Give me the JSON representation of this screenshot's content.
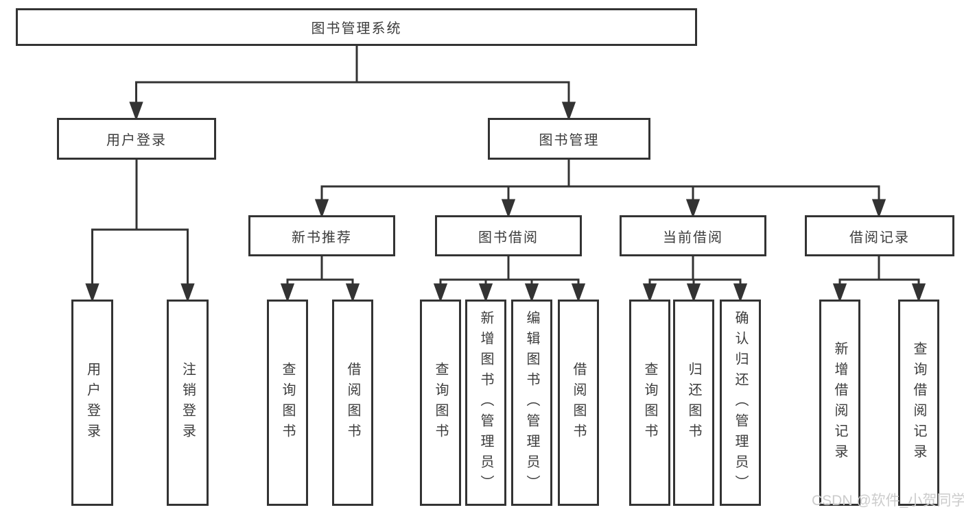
{
  "diagram_title": "图书管理系统",
  "nodes": {
    "root": {
      "label": "图书管理系统"
    },
    "user_login_group": {
      "label": "用户登录"
    },
    "book_mgmt": {
      "label": "图书管理"
    },
    "new_book_rec": {
      "label": "新书推荐"
    },
    "book_borrow": {
      "label": "图书借阅"
    },
    "current_borrow": {
      "label": "当前借阅"
    },
    "borrow_records": {
      "label": "借阅记录"
    },
    "ul_user_login": {
      "label": "用户登录"
    },
    "ul_logout": {
      "label": "注销登录"
    },
    "nbr_query_books": {
      "label": "查询图书"
    },
    "nbr_borrow_books": {
      "label": "借阅图书"
    },
    "bb_query_books": {
      "label": "查询图书"
    },
    "bb_add_books": {
      "label": "新增图书（管理员）"
    },
    "bb_edit_books": {
      "label": "编辑图书（管理员）"
    },
    "bb_borrow_books": {
      "label": "借阅图书"
    },
    "cb_query_books": {
      "label": "查询图书"
    },
    "cb_return_books": {
      "label": "归还图书"
    },
    "cb_confirm_return": {
      "label": "确认归还（管理员）"
    },
    "br_add_record": {
      "label": "新增借阅记录"
    },
    "br_query_record": {
      "label": "查询借阅记录"
    }
  },
  "hierarchy": {
    "图书管理系统": [
      "用户登录",
      "图书管理"
    ],
    "用户登录": [
      "用户登录",
      "注销登录"
    ],
    "图书管理": [
      "新书推荐",
      "图书借阅",
      "当前借阅",
      "借阅记录"
    ],
    "新书推荐": [
      "查询图书",
      "借阅图书"
    ],
    "图书借阅": [
      "查询图书",
      "新增图书（管理员）",
      "编辑图书（管理员）",
      "借阅图书"
    ],
    "当前借阅": [
      "查询图书",
      "归还图书",
      "确认归还（管理员）"
    ],
    "借阅记录": [
      "新增借阅记录",
      "查询借阅记录"
    ]
  },
  "watermark": {
    "text": "CSDN @软件_小贺同学"
  },
  "colors": {
    "line": "#333333",
    "box_background": "#ffffff",
    "text": "#3c3c3c",
    "watermark": "#cccccc",
    "background": "#ffffff"
  }
}
